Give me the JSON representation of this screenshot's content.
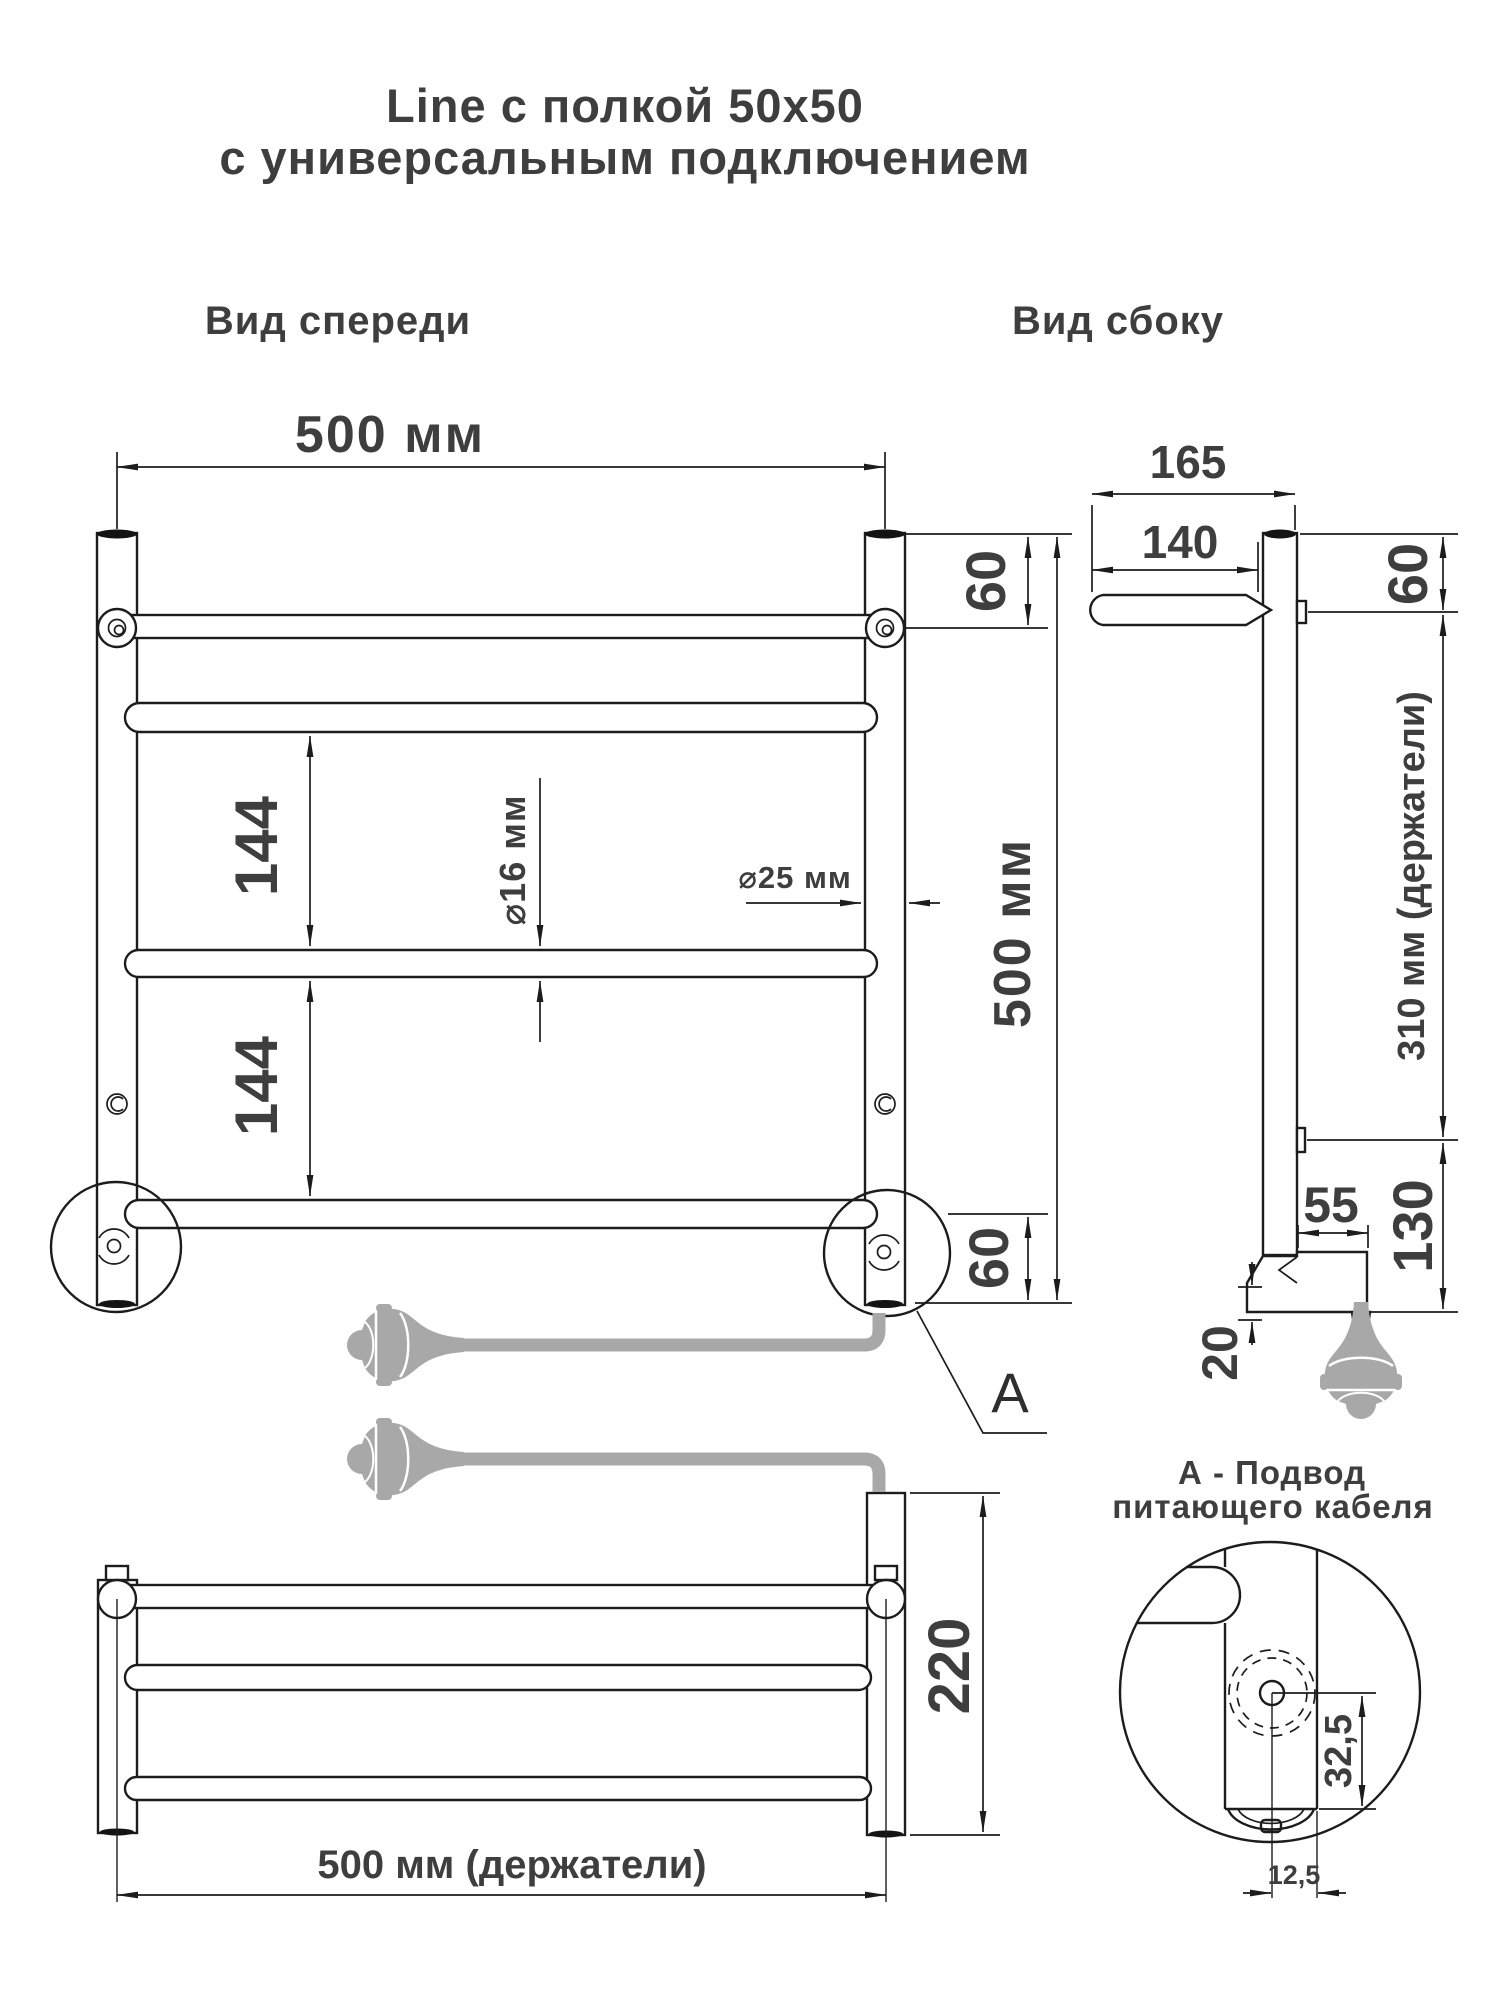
{
  "title": {
    "line1": "Line с полкой 50x50",
    "line2": "с универсальным подключением"
  },
  "front_view": {
    "label": "Вид спереди",
    "dim_width": "500 мм",
    "dim_height": "500 мм",
    "dim_top_offset": "60",
    "dim_bottom_offset": "60",
    "dim_gap_upper": "144",
    "dim_gap_lower": "144",
    "dim_rung_diameter": "⌀16 мм",
    "dim_post_diameter": "⌀25 мм"
  },
  "side_view": {
    "label": "Вид сбоку",
    "dim_depth_overall": "165",
    "dim_shelf_depth": "140",
    "dim_top_offset": "60",
    "dim_bracket_span": "310 мм (держатели)",
    "dim_outlet_offset": "55",
    "dim_bottom_section": "130",
    "dim_cable_gland": "20"
  },
  "bottom_view": {
    "dim_depth": "220",
    "dim_bracket_width": "500 мм (держатели)"
  },
  "detail_view": {
    "marker": "А",
    "caption_line1": "А - Подвод",
    "caption_line2": "питающего кабеля",
    "dim_hole_to_end": "32,5",
    "dim_center_to_edge": "12,5"
  },
  "colors": {
    "line": "#1c1c1c",
    "text": "#3e3e3e",
    "cable": "#a8a8a8",
    "background": "#ffffff"
  }
}
